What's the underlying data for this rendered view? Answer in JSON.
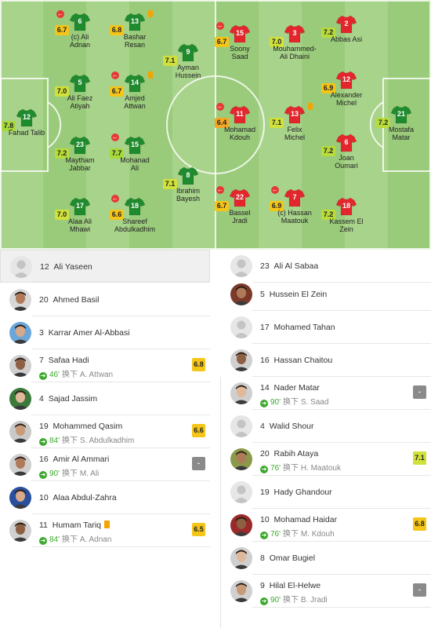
{
  "pitch": {
    "players": [
      {
        "id": "h12",
        "num": "12",
        "rating": "7.8",
        "rating_color": "#a7d93a",
        "name": "Fahad Talib",
        "team": "away",
        "sub": false,
        "card": false
      },
      {
        "id": "h6",
        "num": "6",
        "rating": "6.7",
        "rating_color": "#f5c518",
        "name": "(c) Ali\nAdnan",
        "team": "away",
        "sub": true,
        "card": false
      },
      {
        "id": "h13",
        "num": "13",
        "rating": "6.8",
        "rating_color": "#f5c518",
        "name": "Bashar\nResan",
        "team": "away",
        "sub": false,
        "card": true
      },
      {
        "id": "h5",
        "num": "5",
        "rating": "7.0",
        "rating_color": "#cfe13a",
        "name": "Ali Faez\nAtiyah",
        "team": "away",
        "sub": false,
        "card": false
      },
      {
        "id": "h14",
        "num": "14",
        "rating": "6.7",
        "rating_color": "#f5c518",
        "name": "Amjed\nAttwan",
        "team": "away",
        "sub": true,
        "card": true
      },
      {
        "id": "h23",
        "num": "23",
        "rating": "7.2",
        "rating_color": "#b8dc3a",
        "name": "Maytham\nJabbar",
        "team": "away",
        "sub": false,
        "card": false
      },
      {
        "id": "h15",
        "num": "15",
        "rating": "7.7",
        "rating_color": "#a7d93a",
        "name": "Mohanad\nAli",
        "team": "away",
        "sub": true,
        "card": false
      },
      {
        "id": "h17",
        "num": "17",
        "rating": "7.0",
        "rating_color": "#cfe13a",
        "name": "Alaa Ali\nMhawi",
        "team": "away",
        "sub": false,
        "card": false
      },
      {
        "id": "h18",
        "num": "18",
        "rating": "6.6",
        "rating_color": "#f5c518",
        "name": "Shareef\nAbdulkadhim",
        "team": "away",
        "sub": true,
        "card": false
      },
      {
        "id": "h9",
        "num": "9",
        "rating": "7.1",
        "rating_color": "#cfe13a",
        "name": "Ayman\nHussein",
        "team": "away",
        "sub": false,
        "card": false
      },
      {
        "id": "h8",
        "num": "8",
        "rating": "7.1",
        "rating_color": "#cfe13a",
        "name": "Ibrahim\nBayesh",
        "team": "away",
        "sub": false,
        "card": false
      },
      {
        "id": "l15",
        "num": "15",
        "rating": "6.7",
        "rating_color": "#f5c518",
        "name": "Soony\nSaad",
        "team": "home",
        "sub": true,
        "card": false
      },
      {
        "id": "l3",
        "num": "3",
        "rating": "7.0",
        "rating_color": "#cfe13a",
        "name": "Mouhammed-\nAli Dhaini",
        "team": "home",
        "sub": false,
        "card": false
      },
      {
        "id": "l2",
        "num": "2",
        "rating": "7.2",
        "rating_color": "#b8dc3a",
        "name": "Abbas Asi",
        "team": "home",
        "sub": false,
        "card": false
      },
      {
        "id": "l11",
        "num": "11",
        "rating": "6.4",
        "rating_color": "#f5a623",
        "name": "Mohamad\nKdouh",
        "team": "home",
        "sub": true,
        "card": false
      },
      {
        "id": "l13",
        "num": "13",
        "rating": "7.1",
        "rating_color": "#cfe13a",
        "name": "Felix\nMichel",
        "team": "home",
        "sub": false,
        "card": true
      },
      {
        "id": "l12",
        "num": "12",
        "rating": "6.9",
        "rating_color": "#f5c518",
        "name": "Alexander\nMichel",
        "team": "home",
        "sub": false,
        "card": false
      },
      {
        "id": "l6",
        "num": "6",
        "rating": "7.2",
        "rating_color": "#b8dc3a",
        "name": "Joan\nOumari",
        "team": "home",
        "sub": false,
        "card": false
      },
      {
        "id": "l22",
        "num": "22",
        "rating": "6.7",
        "rating_color": "#f5c518",
        "name": "Bassel\nJradi",
        "team": "home",
        "sub": true,
        "card": false
      },
      {
        "id": "l7",
        "num": "7",
        "rating": "6.9",
        "rating_color": "#f5c518",
        "name": "(c) Hassan\nMaatouk",
        "team": "home",
        "sub": true,
        "card": false
      },
      {
        "id": "l18",
        "num": "18",
        "rating": "7.2",
        "rating_color": "#b8dc3a",
        "name": "Kassem El\nZein",
        "team": "home",
        "sub": false,
        "card": false
      },
      {
        "id": "l21",
        "num": "21",
        "rating": "7.2",
        "rating_color": "#b8dc3a",
        "name": "Mostafa\nMatar",
        "team": "away",
        "sub": false,
        "card": false
      }
    ]
  },
  "bench_left": [
    {
      "num": "12",
      "name": "Ali Yaseen",
      "placeholder": true,
      "selected": true
    },
    {
      "num": "20",
      "name": "Ahmed Basil"
    },
    {
      "num": "3",
      "name": "Karrar Amer Al-Abbasi"
    },
    {
      "num": "7",
      "name": "Safaa Hadi",
      "sub_min": "46'",
      "sub_text": "换下 A. Attwan",
      "rating": "6.8",
      "rating_color": "#f5c518"
    },
    {
      "num": "4",
      "name": "Sajad Jassim"
    },
    {
      "num": "19",
      "name": "Mohammed Qasim",
      "sub_min": "84'",
      "sub_text": "换下 S. Abdulkadhim",
      "rating": "6.6",
      "rating_color": "#f5c518"
    },
    {
      "num": "16",
      "name": "Amir Al Ammari",
      "sub_min": "90'",
      "sub_text": "换下 M. Ali",
      "rating": "-",
      "rating_color": "#8a8a8a"
    },
    {
      "num": "10",
      "name": "Alaa Abdul-Zahra"
    },
    {
      "num": "11",
      "name": "Humam Tariq",
      "card": true,
      "sub_min": "84'",
      "sub_text": "换下 A. Adnan",
      "rating": "6.5",
      "rating_color": "#f5c518"
    }
  ],
  "bench_right": [
    {
      "num": "23",
      "name": "Ali Al Sabaa",
      "placeholder": true
    },
    {
      "num": "5",
      "name": "Hussein El Zein"
    },
    {
      "num": "17",
      "name": "Mohamed Tahan",
      "placeholder": true
    },
    {
      "num": "16",
      "name": "Hassan Chaitou"
    },
    {
      "num": "14",
      "name": "Nader Matar",
      "sub_min": "90'",
      "sub_text": "换下 S. Saad",
      "rating": "-",
      "rating_color": "#8a8a8a"
    },
    {
      "num": "4",
      "name": "Walid Shour",
      "placeholder": true
    },
    {
      "num": "20",
      "name": "Rabih Ataya",
      "sub_min": "76'",
      "sub_text": "换下 H. Maatouk",
      "rating": "7.1",
      "rating_color": "#cfe13a"
    },
    {
      "num": "19",
      "name": "Hady Ghandour",
      "placeholder": true
    },
    {
      "num": "10",
      "name": "Mohamad Haidar",
      "sub_min": "76'",
      "sub_text": "换下 M. Kdouh",
      "rating": "6.8",
      "rating_color": "#f5c518"
    },
    {
      "num": "8",
      "name": "Omar Bugiel"
    },
    {
      "num": "9",
      "name": "Hilal El-Helwe",
      "sub_min": "90'",
      "sub_text": "换下 B. Jradi",
      "rating": "-",
      "rating_color": "#8a8a8a"
    }
  ],
  "colors": {
    "pitch_light": "#a8d38a",
    "pitch_dark": "#9acb7b",
    "home_shirt": "#e3262d",
    "away_shirt": "#1f8a2e"
  },
  "icons": {
    "sub_out": "left-arrow-icon",
    "sub_in": "right-arrow-icon",
    "card": "yellow-card-icon",
    "placeholder": "person-silhouette-icon"
  }
}
